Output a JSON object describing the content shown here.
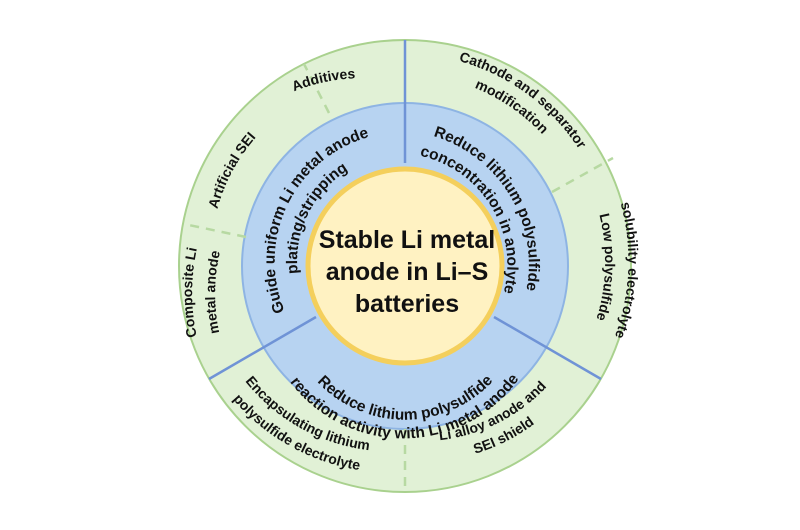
{
  "colors": {
    "outer_ring": "#e1f1d6",
    "outer_ring_stroke": "#a9d18e",
    "middle_ring": "#b7d3f1",
    "middle_ring_stroke": "#8eb4e3",
    "center": "#fff2c2",
    "center_stroke": "#f4cf5c",
    "divider_blue": "#6f93d6",
    "divider_green": "#b7d9a2"
  },
  "center": {
    "line1": "Stable Li metal",
    "line2": "anode in Li–S",
    "line3": "batteries"
  },
  "middle_ring": [
    {
      "id": "guide",
      "lines": [
        "Guide uniform Li metal anode",
        "plating/stripping"
      ]
    },
    {
      "id": "reduce-concentration",
      "lines": [
        "Reduce lithium polysulfide",
        "concentration in anolyte"
      ]
    },
    {
      "id": "reduce-activity",
      "lines": [
        "Reduce lithium polysulfide",
        "reaction activity with Li metal anode"
      ]
    }
  ],
  "outer_ring": [
    {
      "id": "additives",
      "lines": [
        "Additives"
      ]
    },
    {
      "id": "artificial-sei",
      "lines": [
        "Artificial SEI"
      ]
    },
    {
      "id": "composite-li",
      "lines": [
        "Composite Li",
        "metal anode"
      ]
    },
    {
      "id": "cathode-separator",
      "lines": [
        "Cathode and separator",
        "modification"
      ]
    },
    {
      "id": "low-solubility",
      "lines": [
        "Low polysulfide",
        "solubility electrolyte"
      ]
    },
    {
      "id": "encapsulating",
      "lines": [
        "Encapsulating lithium",
        "polysulfide electrolyte"
      ]
    },
    {
      "id": "li-alloy",
      "lines": [
        "Li alloy anode and",
        "SEI shield"
      ]
    }
  ]
}
